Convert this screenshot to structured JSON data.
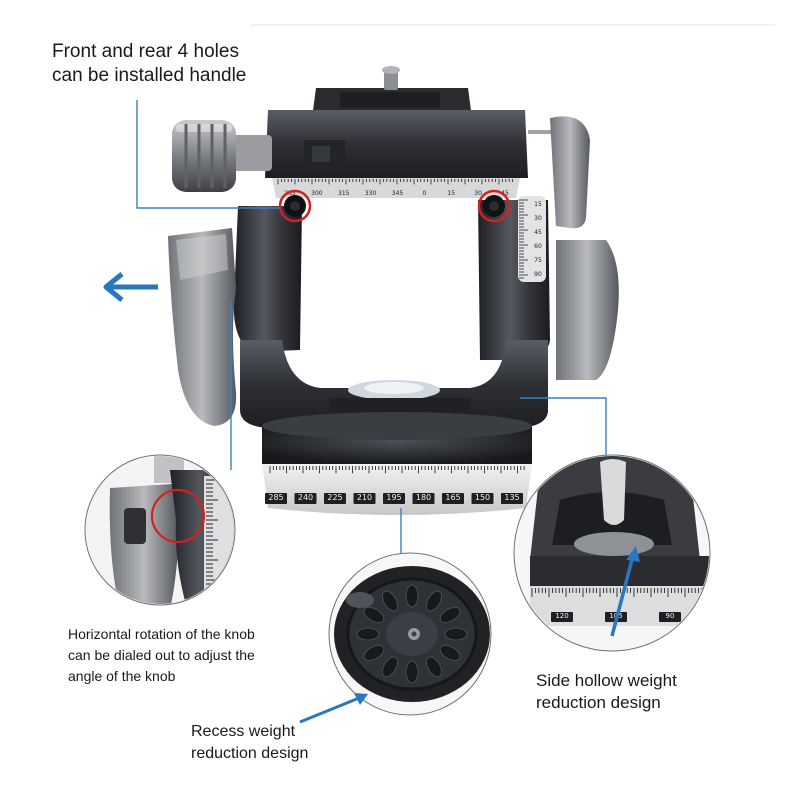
{
  "captions": {
    "front_rear_holes": [
      "Front and rear 4 holes",
      "can be installed handle"
    ],
    "knob_rotation": [
      "Horizontal rotation of the knob",
      "can be dialed out to adjust the",
      "angle of the knob"
    ],
    "recess_weight": [
      "Recess weight",
      "reduction design"
    ],
    "side_hollow": [
      "Side hollow weight",
      "reduction design"
    ]
  },
  "dial_labels": {
    "top_ring": [
      "285",
      "300",
      "315",
      "330",
      "345",
      "0",
      "15",
      "30",
      "45"
    ],
    "side_scale": [
      "15",
      "30",
      "45",
      "60",
      "75",
      "90"
    ],
    "base_ring": [
      "285",
      "240",
      "225",
      "210",
      "195",
      "180",
      "165",
      "150",
      "135"
    ],
    "detail_ring": [
      "120",
      "105",
      "90"
    ]
  },
  "colors": {
    "background": "#ffffff",
    "callout_line": "#3a7fc4",
    "arrow": "#2a76c0",
    "highlight_circle": "#d42020",
    "metal_dark": "#2b2d31",
    "metal_mid": "#4a4d53",
    "metal_light": "#8d9097"
  }
}
